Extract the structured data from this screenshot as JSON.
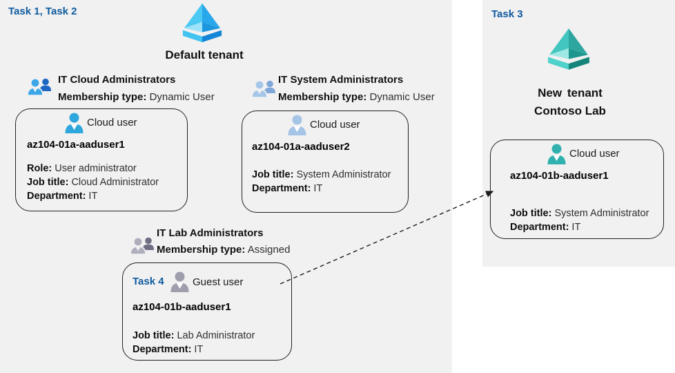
{
  "labels": {
    "task12": "Task 1, Task 2",
    "task3": "Task 3",
    "task4": "Task 4",
    "default_tenant": "Default tenant",
    "new_tenant_line1": "New tenant",
    "new_tenant_line2": "Contoso Lab"
  },
  "groups": [
    {
      "name": "IT Cloud Administrators",
      "membership_label": "Membership type:",
      "membership_value": " Dynamic User",
      "icon": "group-icon-blue"
    },
    {
      "name": "IT System Administrators",
      "membership_label": "Membership type:",
      "membership_value": " Dynamic User",
      "icon": "group-icon-pale-blue"
    },
    {
      "name": "IT Lab Administrators",
      "membership_label": "Membership type:",
      "membership_value": " Assigned",
      "icon": "group-icon-gray"
    }
  ],
  "users": [
    {
      "type_label": "Cloud user",
      "name": "az104-01a-aaduser1",
      "icon": "person-icon-blue",
      "fields": [
        {
          "label": "Role:",
          "value": " User administrator"
        },
        {
          "label": "Job title:",
          "value": " Cloud Administrator"
        },
        {
          "label": "Department:",
          "value": " IT"
        }
      ]
    },
    {
      "type_label": "Cloud user",
      "name": "az104-01a-aaduser2",
      "icon": "person-icon-pale-blue",
      "fields": [
        {
          "label": "Job title:",
          "value": " System Administrator"
        },
        {
          "label": "Department:",
          "value": " IT"
        }
      ]
    },
    {
      "type_label": "Guest user",
      "name": "az104-01b-aaduser1",
      "icon": "person-icon-gray",
      "fields": [
        {
          "label": "Job title:",
          "value": " Lab Administrator"
        },
        {
          "label": "Department:",
          "value": " IT"
        }
      ]
    },
    {
      "type_label": "Cloud user",
      "name": "az104-01b-aaduser1",
      "icon": "person-icon-teal",
      "fields": [
        {
          "label": "Job title:",
          "value": " System Administrator"
        },
        {
          "label": "Department:",
          "value": " IT"
        }
      ]
    }
  ],
  "colors": {
    "task_label": "#0f5a9e",
    "panel_bg": "#f1f1f2",
    "box_border": "#1f1f1f",
    "tenant_icon_blue": [
      "#4cc9f3",
      "#28a7ea",
      "#9ce3fa",
      "#1c96de",
      "#41c3f2",
      "#1486d8"
    ],
    "tenant_icon_teal": [
      "#43c6c0",
      "#2da69f",
      "#9fe8e3",
      "#1f968d",
      "#4ed2cb",
      "#15857b"
    ],
    "group_blue": [
      "#3ba7e9",
      "#1d66c4"
    ],
    "group_pale_blue": [
      "#a5c6e8",
      "#7fa7d8"
    ],
    "group_gray": [
      "#aeaebc",
      "#6d6d84"
    ],
    "person_blue": "#2ea7dd",
    "person_pale_blue": "#a5c4e6",
    "person_gray": "#9e9ead",
    "person_teal": "#31b1ae"
  }
}
